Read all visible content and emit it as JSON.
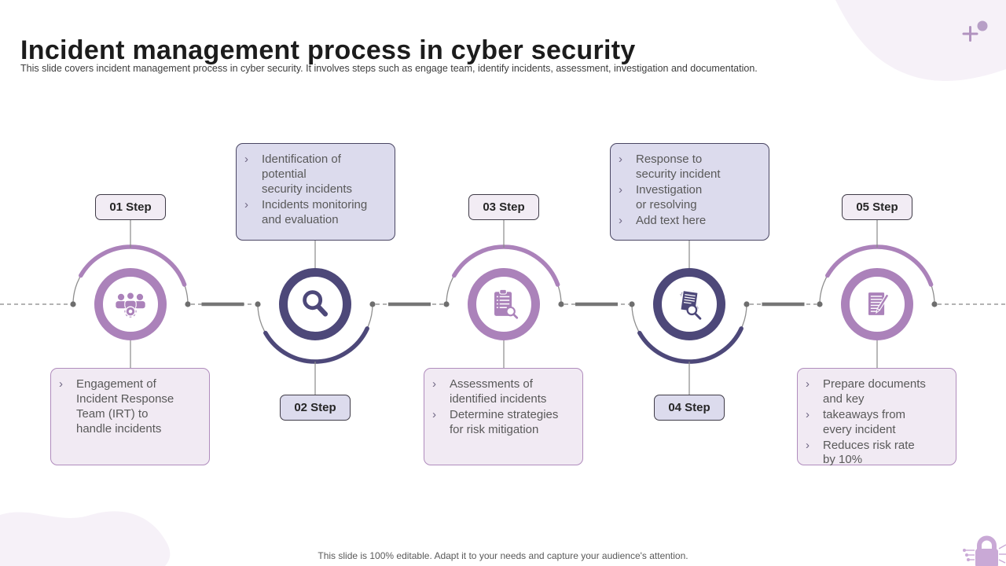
{
  "slide": {
    "title": "Incident management process in cyber security",
    "subtitle": "This slide covers incident management process in cyber security. It involves steps such as engage team, identify incidents, assessment, investigation and documentation.",
    "footer": "This slide is 100% editable. Adapt it to your needs and capture your audience's attention."
  },
  "ui": {
    "bullet_char": "›"
  },
  "colors": {
    "accent_purple": "#ab82ba",
    "accent_indigo": "#4d4879",
    "odd_box_fill": "#f1eaf3",
    "odd_box_border": "#b08cbd",
    "even_box_fill": "#dcdbed",
    "even_box_border": "#4a4663",
    "timeline_gray": "#8a8a8a",
    "body_text": "#595959",
    "blob_fill": "#f6f1f8",
    "lock_purple": "#c9a9d6"
  },
  "steps": [
    {
      "label": "01 Step",
      "icon": "team-gear-icon",
      "bullets": [
        "Engagement of\nIncident Response\nTeam (IRT) to\nhandle incidents"
      ]
    },
    {
      "label": "02 Step",
      "icon": "magnifier-icon",
      "bullets": [
        "Identification of\npotential\nsecurity incidents",
        "Incidents monitoring\nand evaluation"
      ]
    },
    {
      "label": "03 Step",
      "icon": "clipboard-magnifier-icon",
      "bullets": [
        "Assessments of\nidentified incidents",
        "Determine strategies\nfor risk mitigation"
      ]
    },
    {
      "label": "04 Step",
      "icon": "documents-magnifier-icon",
      "bullets": [
        "Response to\nsecurity incident",
        "Investigation\nor resolving",
        "Add text here"
      ]
    },
    {
      "label": "05 Step",
      "icon": "document-pen-icon",
      "bullets": [
        "Prepare documents\nand key",
        "takeaways from\nevery incident",
        "Reduces risk rate\nby 10%"
      ]
    }
  ]
}
